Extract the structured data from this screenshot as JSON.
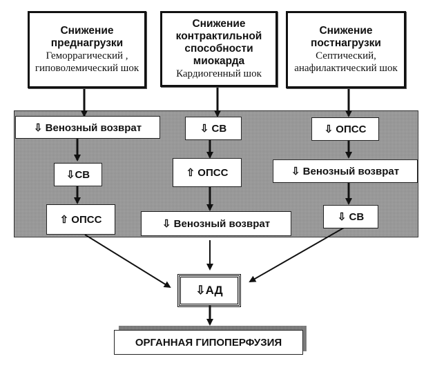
{
  "columns": [
    {
      "header": {
        "title": "Снижение преднагрузки",
        "subtitle": "Геморрагический , гиповолемический шок"
      },
      "steps": [
        "⇩ Венозный возврат",
        "⇩СВ",
        "⇧ ОПСС"
      ]
    },
    {
      "header": {
        "title": "Снижение контрактильной способности миокарда",
        "subtitle": "Кардиогенный шок"
      },
      "steps": [
        "⇩ СВ",
        "⇧ ОПСС",
        "⇩ Венозный возврат"
      ]
    },
    {
      "header": {
        "title": "Снижение постнагрузки",
        "subtitle": "Септический, анафилактический шок"
      },
      "steps": [
        "⇩ ОПСС",
        "⇩ Венозный возврат",
        "⇩ СВ"
      ]
    }
  ],
  "convergence": {
    "label": "⇩АД"
  },
  "outcome": {
    "label": "ОРГАННАЯ ГИПОПЕРФУЗИЯ"
  },
  "colors": {
    "line": "#111111",
    "panel": "#9a9a9a"
  }
}
